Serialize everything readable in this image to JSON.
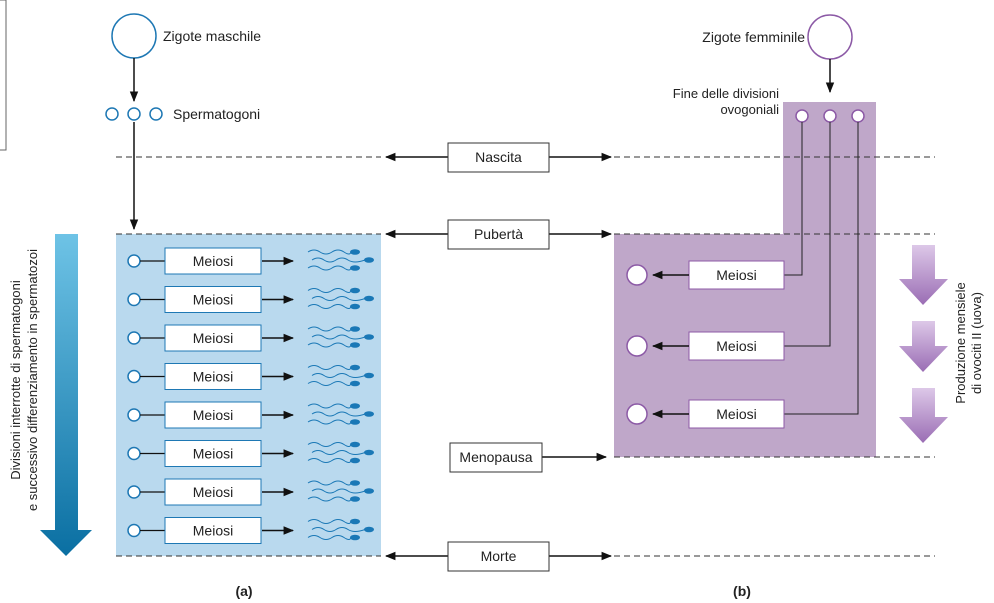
{
  "colors": {
    "male_bg": "#b9d9ee",
    "female_bg": "#bfa7c9",
    "meiosis_box_border": "#1e78b4",
    "female_box_border": "#8c5aa6",
    "gamete_blue": "#1a78b6",
    "female_arrow": "#a67bbf",
    "time_arrow_top": "#6ec3e6",
    "time_arrow_bottom": "#0a6fa2"
  },
  "male": {
    "zygote_label": "Zigote maschile",
    "spermatogonia_label": "Spermatogoni",
    "meiosis_labels": [
      "Meiosi",
      "Meiosi",
      "Meiosi",
      "Meiosi",
      "Meiosi",
      "Meiosi",
      "Meiosi",
      "Meiosi"
    ],
    "time_arrow_line1": "Divisioni interrotte di spermatogoni",
    "time_arrow_line2": "e successivo differenziamento in spermatozoi",
    "panel_label": "(a)"
  },
  "female": {
    "zygote_label": "Zigote femminile",
    "end_divisions_line1": "Fine delle divisioni",
    "end_divisions_line2": "ovogoniali",
    "meiosis_labels": [
      "Meiosi",
      "Meiosi",
      "Meiosi"
    ],
    "monthly_line1": "Produzione mensiele",
    "monthly_line2": "di ovociti II (uova)",
    "panel_label": "(b)"
  },
  "timeline": {
    "birth": "Nascita",
    "puberty": "Pubertà",
    "menopause": "Menopausa",
    "death": "Morte"
  }
}
